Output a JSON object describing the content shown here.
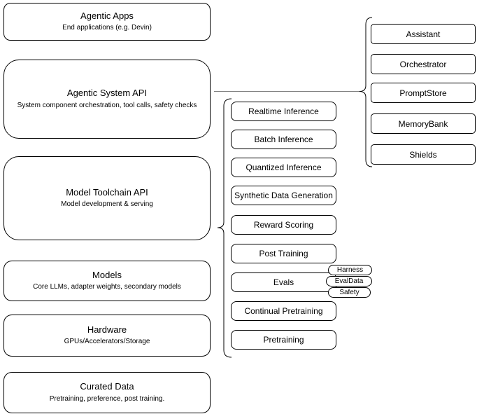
{
  "colors": {
    "background": "#ffffff",
    "box_border": "#000000",
    "connector_line": "#808080"
  },
  "stack": [
    {
      "title": "Agentic Apps",
      "subtitle": "End applications (e.g. Devin)"
    },
    {
      "title": "Agentic System API",
      "subtitle": "System component orchestration, tool calls, safety checks"
    },
    {
      "title": "Model Toolchain API",
      "subtitle": "Model development & serving"
    },
    {
      "title": "Models",
      "subtitle": "Core LLMs, adapter weights, secondary models"
    },
    {
      "title": "Hardware",
      "subtitle": "GPUs/Accelerators/Storage"
    },
    {
      "title": "Curated Data",
      "subtitle": "Pretraining, preference, post training."
    }
  ],
  "toolchain": {
    "items": [
      "Realtime Inference",
      "Batch Inference",
      "Quantized Inference",
      "Synthetic Data Generation",
      "Reward Scoring",
      "Post Training",
      "Evals",
      "Continual Pretraining",
      "Pretraining"
    ]
  },
  "evals_tags": [
    "Harness",
    "EvalData",
    "Safety"
  ],
  "system": {
    "items": [
      "Assistant",
      "Orchestrator",
      "PromptStore",
      "MemoryBank",
      "Shields"
    ]
  }
}
